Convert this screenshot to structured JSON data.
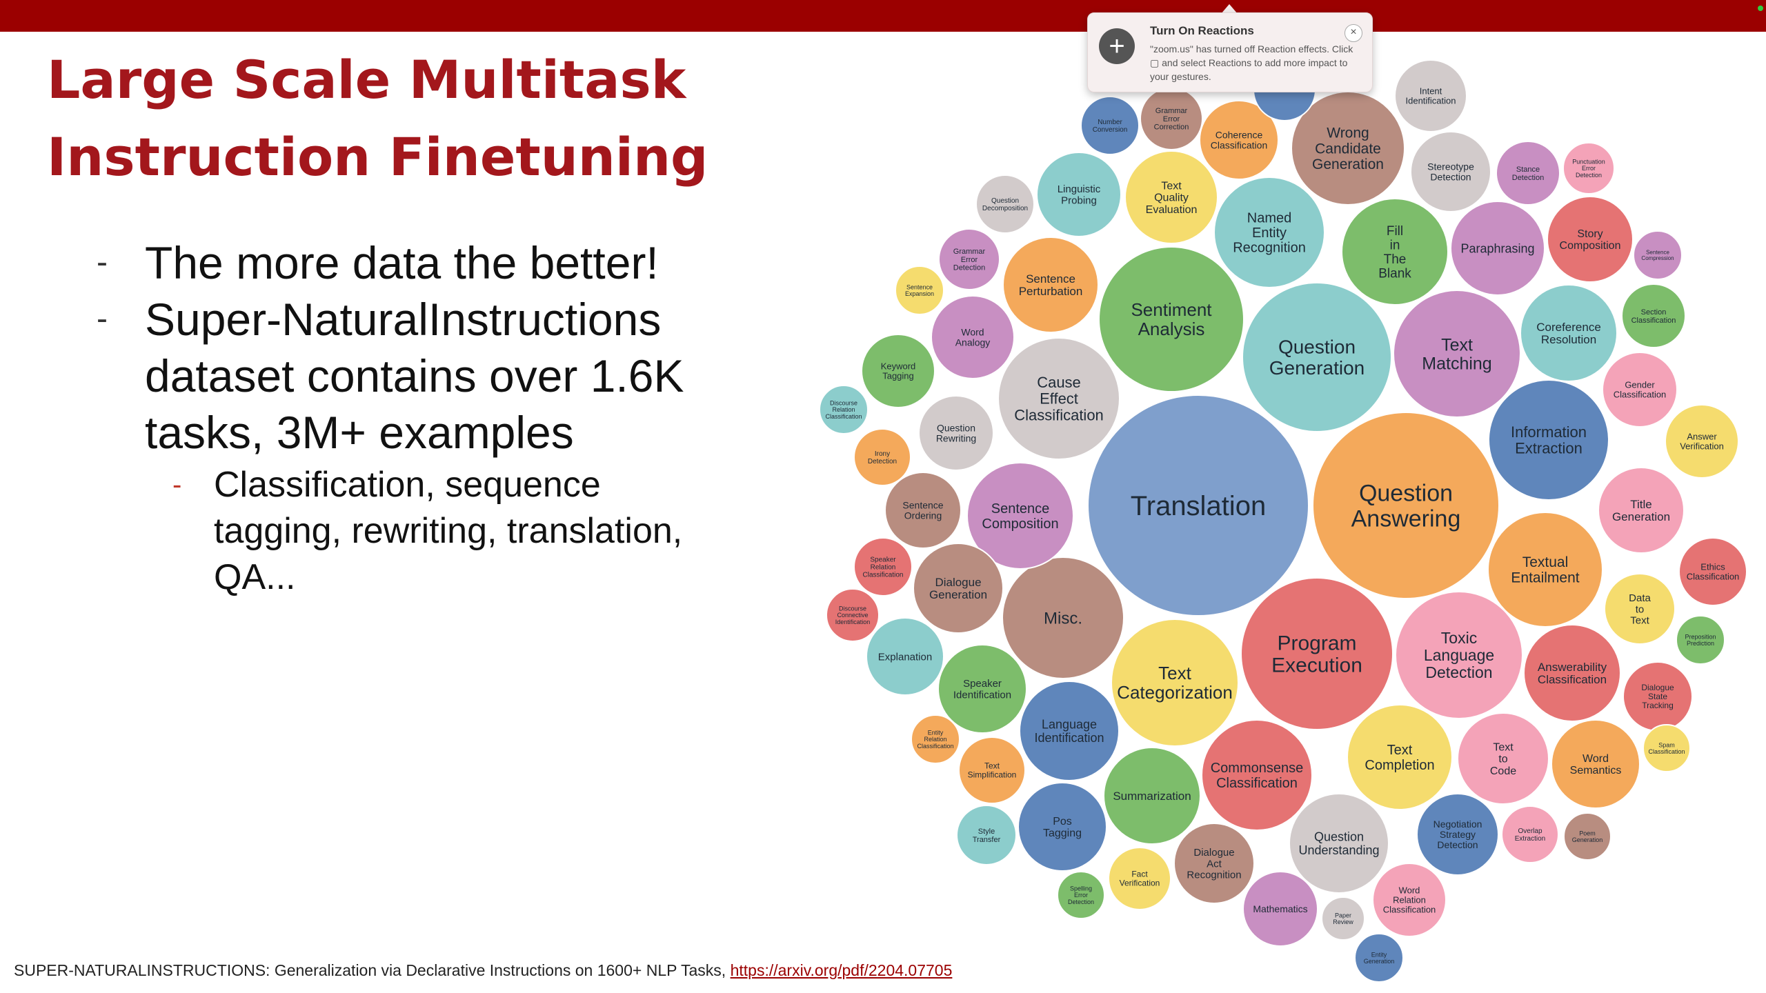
{
  "slide": {
    "title_line1": "Large Scale Multitask",
    "title_line2": "Instruction Finetuning",
    "bullet1": "The more data the better!",
    "bullet2_line1": "Super-NaturalInstructions",
    "bullet2_line2": "dataset contains over 1.6K",
    "bullet2_line3": "tasks, 3M+ examples",
    "sub_line1": "Classification, sequence",
    "sub_line2": "tagging, rewriting, translation,",
    "sub_line3": "QA...",
    "dash": "-",
    "footer_text": "SUPER-NATURALINSTRUCTIONS: Generalization via Declarative Instructions on 1600+ NLP Tasks, ",
    "footer_link": "https://arxiv.org/pdf/2204.07705"
  },
  "notification": {
    "title": "Turn On Reactions",
    "body": "\"zoom.us\" has turned off Reaction effects. Click ▢ and select Reactions to add more impact to your gestures.",
    "icon": "plus-icon",
    "close_icon": "close-icon"
  },
  "colors": {
    "header_bar": "#9b0000",
    "title": "#a3171c",
    "blue": "#7f9fcc",
    "orange": "#f4a95b",
    "red": "#e57373",
    "teal": "#8ccdcc",
    "green": "#7dbd6b",
    "yellow": "#f5dc6e",
    "brown": "#b88d80",
    "purple": "#c88fc2",
    "pink": "#f4a3b8",
    "grey": "#d2cbcb",
    "darkblue": "#5f86bb"
  },
  "bubbles": [
    {
      "label": "Translation",
      "color": "blue"
    },
    {
      "label": "Question\nAnswering",
      "color": "orange"
    },
    {
      "label": "Program\nExecution",
      "color": "red"
    },
    {
      "label": "Question\nGeneration",
      "color": "teal"
    },
    {
      "label": "Sentiment\nAnalysis",
      "color": "green"
    },
    {
      "label": "Text\nCategorization",
      "color": "yellow"
    },
    {
      "label": "Misc.",
      "color": "brown"
    },
    {
      "label": "Cause\nEffect\nClassification",
      "color": "grey"
    },
    {
      "label": "Toxic\nLanguage\nDetection",
      "color": "pink"
    },
    {
      "label": "Text\nMatching",
      "color": "purple"
    },
    {
      "label": "Information\nExtraction",
      "color": "darkblue"
    },
    {
      "label": "Commonsense\nClassification",
      "color": "red"
    },
    {
      "label": "Textual\nEntailment",
      "color": "orange"
    },
    {
      "label": "Named\nEntity\nRecognition",
      "color": "teal"
    },
    {
      "label": "Wrong\nCandidate\nGeneration",
      "color": "brown"
    },
    {
      "label": "Fill\nin\nThe\nBlank",
      "color": "green"
    },
    {
      "label": "Sentence\nComposition",
      "color": "purple"
    },
    {
      "label": "Language\nIdentification",
      "color": "darkblue"
    },
    {
      "label": "Text\nCompletion",
      "color": "yellow"
    },
    {
      "label": "Question\nUnderstanding",
      "color": "grey"
    },
    {
      "label": "Summarization",
      "color": "green"
    },
    {
      "label": "Answerability\nClassification",
      "color": "red"
    },
    {
      "label": "Paraphrasing",
      "color": "purple"
    },
    {
      "label": "Dialogue\nGeneration",
      "color": "brown"
    },
    {
      "label": "Text\nQuality\nEvaluation",
      "color": "yellow"
    },
    {
      "label": "Title\nGeneration",
      "color": "pink"
    },
    {
      "label": "Text\nto\nCode",
      "color": "pink"
    },
    {
      "label": "Word\nSemantics",
      "color": "orange"
    },
    {
      "label": "Coreference\nResolution",
      "color": "teal"
    },
    {
      "label": "Sentence\nPerturbation",
      "color": "orange"
    },
    {
      "label": "Pos\nTagging",
      "color": "darkblue"
    },
    {
      "label": "Speaker\nIdentification",
      "color": "green"
    },
    {
      "label": "Negotiation\nStrategy\nDetection",
      "color": "darkblue"
    },
    {
      "label": "Linguistic\nProbing",
      "color": "teal"
    },
    {
      "label": "Story\nComposition",
      "color": "red"
    },
    {
      "label": "Stereotype\nDetection",
      "color": "grey"
    },
    {
      "label": "Word\nAnalogy",
      "color": "purple"
    },
    {
      "label": "Coherence\nClassification",
      "color": "orange"
    },
    {
      "label": "Dialogue\nAct\nRecognition",
      "color": "brown"
    },
    {
      "label": "Question\nRewriting",
      "color": "grey"
    },
    {
      "label": "Sentence\nOrdering",
      "color": "brown"
    },
    {
      "label": "Data\nto\nText",
      "color": "yellow"
    },
    {
      "label": "Explanation",
      "color": "teal"
    },
    {
      "label": "Mathematics",
      "color": "purple"
    },
    {
      "label": "Word\nRelation\nClassification",
      "color": "pink"
    },
    {
      "label": "Dialogue\nState\nTracking",
      "color": "red"
    },
    {
      "label": "Ethics\nClassification",
      "color": "red"
    },
    {
      "label": "Gender\nClassification",
      "color": "pink"
    },
    {
      "label": "Intent\nIdentification",
      "color": "grey"
    },
    {
      "label": "Answer\nVerification",
      "color": "yellow"
    },
    {
      "label": "Keyword\nTagging",
      "color": "green"
    },
    {
      "label": "Section\nClassification",
      "color": "green"
    },
    {
      "label": "Grammar\nError\nCorrection",
      "color": "brown"
    },
    {
      "label": "Text\nSimplification",
      "color": "orange"
    },
    {
      "label": "Fact\nVerification",
      "color": "yellow"
    },
    {
      "label": "Stance\nDetection",
      "color": "purple"
    },
    {
      "label": "Number\nConversion",
      "color": "darkblue"
    },
    {
      "label": "Question\nDecomposition",
      "color": "grey"
    },
    {
      "label": "Grammar\nError\nDetection",
      "color": "purple"
    },
    {
      "label": "Style\nTransfer",
      "color": "teal"
    },
    {
      "label": "Irony\nDetection",
      "color": "orange"
    },
    {
      "label": "Speaker\nRelation\nClassification",
      "color": "red"
    },
    {
      "label": "Overlap\nExtraction",
      "color": "pink"
    },
    {
      "label": "Punctuation\nError\nDetection",
      "color": "pink"
    },
    {
      "label": "Discourse\nConnective\nIdentification",
      "color": "red"
    },
    {
      "label": "Entity\nRelation\nClassification",
      "color": "orange"
    },
    {
      "label": "Sentence\nExpansion",
      "color": "yellow"
    },
    {
      "label": "Discourse\nRelation\nClassification",
      "color": "teal"
    },
    {
      "label": "Spelling\nError\nDetection",
      "color": "green"
    },
    {
      "label": "Paper\nReview",
      "color": "grey"
    },
    {
      "label": "Poem\nGeneration",
      "color": "brown"
    },
    {
      "label": "Preposition\nPrediction",
      "color": "green"
    },
    {
      "label": "Spam\nClassification",
      "color": "yellow"
    },
    {
      "label": "Sentence\nCompression",
      "color": "purple"
    },
    {
      "label": "Entity\nGeneration",
      "color": "darkblue"
    },
    {
      "label": "",
      "color": "darkblue"
    }
  ]
}
